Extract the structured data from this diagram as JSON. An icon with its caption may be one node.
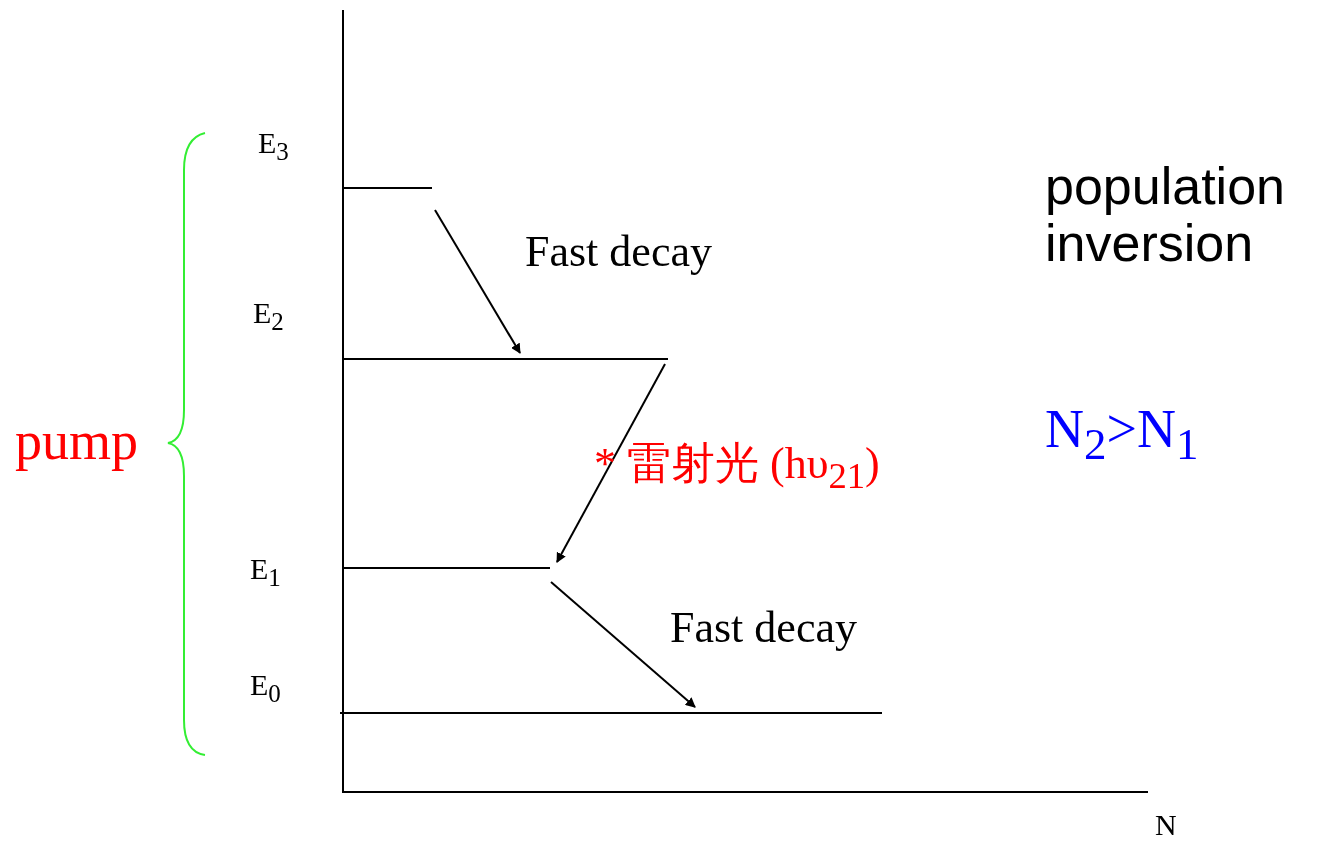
{
  "diagram": {
    "nodes": [
      {
        "text": [],
        "shape": "bar",
        "beside": [
          "E$_{3}$"
        ]
      },
      {
        "text": [],
        "shape": "bar",
        "beside": [
          "E$_{2}$"
        ]
      },
      {
        "text": [],
        "shape": "bar",
        "beside": [
          "E$_{1}$"
        ]
      },
      {
        "text": [],
        "shape": "bar",
        "beside": [
          "E$_{0}$"
        ]
      }
    ],
    "edges": [
      {
        "from": 0,
        "to": 1,
        "arrow": "to",
        "label": "Fast decay"
      },
      {
        "from": 1,
        "to": 2,
        "arrow": "to",
        "label": "* 雷射光 (hυ$_{21}$)"
      },
      {
        "from": 2,
        "to": 3,
        "arrow": "to",
        "label": "Fast decay"
      }
    ],
    "labels": [
      "pump",
      "population inversion",
      "N$_{2}$>N$_{1}$",
      "N"
    ]
  }
}
